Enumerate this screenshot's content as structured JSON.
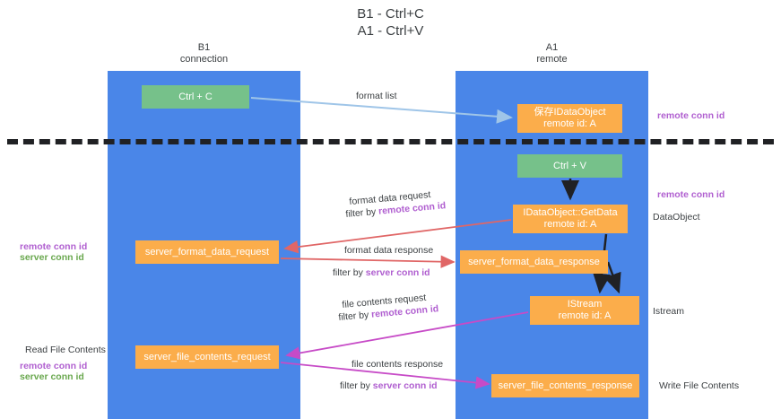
{
  "title": "B1 - Ctrl+C\nA1 - Ctrl+V",
  "lanes": [
    {
      "name": "b1",
      "heading": "B1\nconnection",
      "color": "#4a86e8"
    },
    {
      "name": "a1",
      "heading": "A1\nremote",
      "color": "#4a86e8"
    }
  ],
  "nodes": {
    "ctrl_c": "Ctrl + C",
    "idataobject": "保存IDataObject\nremote id: A",
    "ctrl_v": "Ctrl + V",
    "getdata": "IDataObject::GetData\nremote id: A",
    "server_format_data_request": "server_format_data_request",
    "server_format_data_response": "server_format_data_response",
    "istream": "IStream\nremote id: A",
    "server_file_contents_request": "server_file_contents_request",
    "server_file_contents_response": "server_file_contents_response"
  },
  "edge_labels": {
    "format_list": "format list",
    "format_data_request": "format data request",
    "format_data_request_filter_prefix": "filter by ",
    "format_data_request_filter_key": "remote conn id",
    "format_data_response": "format data response",
    "format_data_response_filter_prefix": "filter by ",
    "format_data_response_filter_key": "server conn id",
    "file_contents_request": "file contents request",
    "file_contents_request_filter_prefix": "filter by ",
    "file_contents_request_filter_key": "remote conn id",
    "file_contents_response": "file contents response",
    "file_contents_response_filter_prefix": "filter by ",
    "file_contents_response_filter_key": "server conn id"
  },
  "annotations": {
    "right_remote_conn_id_top": "remote conn id",
    "right_remote_conn_id_mid": "remote conn id",
    "dataobject": "DataObject",
    "istream": "Istream",
    "write_file_contents": "Write File Contents",
    "left_remote_conn_id_mid": "remote conn id",
    "left_server_conn_id_mid": "server conn id",
    "read_file_contents": "Read File Contents",
    "left_remote_conn_id_bottom": "remote conn id",
    "left_server_conn_id_bottom": "server conn id"
  },
  "colors": {
    "lane": "#4a86e8",
    "node_green": "#76c18a",
    "node_orange": "#fbad4b",
    "remote_conn_id": "#b05fd0",
    "server_conn_id": "#6aa84f",
    "arrow_light_blue": "#9fc5e8",
    "arrow_red": "#e06666",
    "arrow_magenta": "#c74bc7",
    "arrow_black": "#202124",
    "divider": "#202124"
  }
}
